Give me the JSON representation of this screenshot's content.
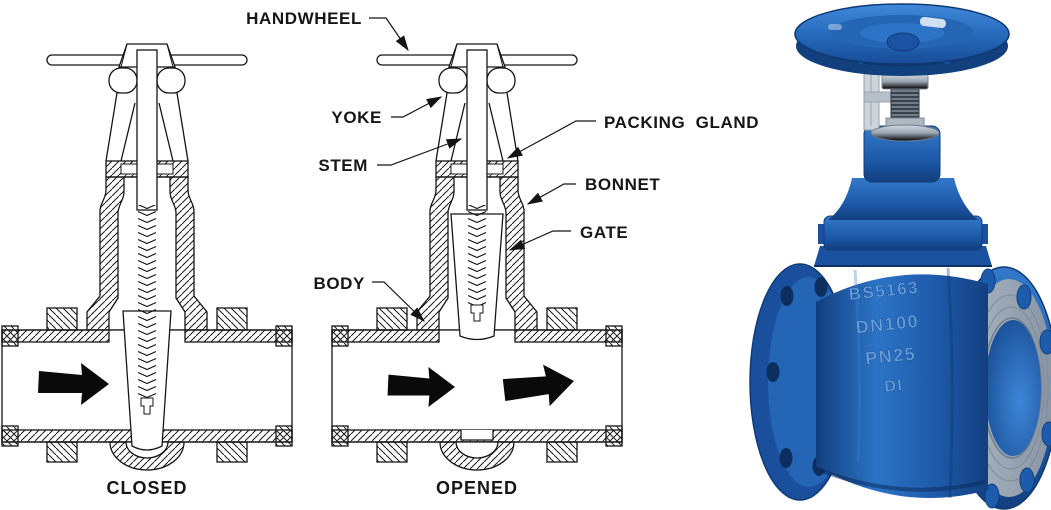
{
  "figure": {
    "background": "#ffffff",
    "ink": "#161616",
    "callouts": {
      "handwheel": "HANDWHEEL",
      "yoke": "YOKE",
      "stem": "STEM",
      "packing_gland": "PACKING GLAND",
      "bonnet": "BONNET",
      "gate": "GATE",
      "body": "BODY"
    },
    "captions": {
      "closed": "CLOSED",
      "opened": "OPENED"
    }
  },
  "photo": {
    "cast_marks": [
      "BS5163",
      "DN100",
      "PN25",
      "DI"
    ],
    "colors": {
      "handwheel_blue": "#2e74c4",
      "body_blue": "#1d5aa9",
      "shadow_blue": "#123f7e",
      "flange_face_grey": "#94a1af",
      "stem_steel": "#8d99a8"
    }
  }
}
